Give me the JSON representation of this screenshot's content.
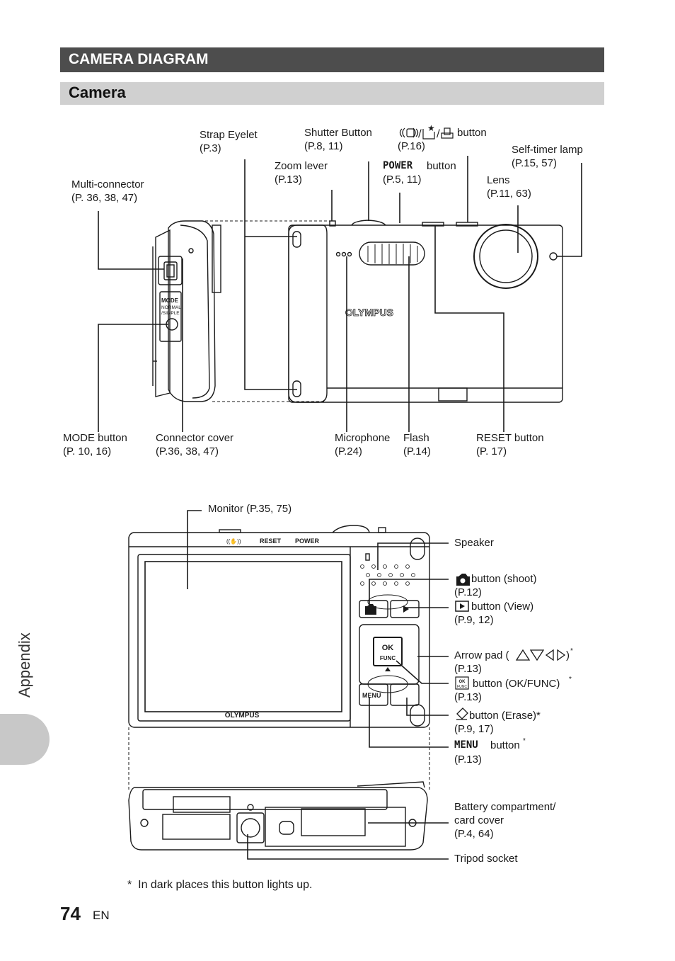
{
  "header": {
    "section_title": "CAMERA DIAGRAM",
    "subsection_title": "Camera"
  },
  "front_labels": {
    "strap_eyelet": "Strap Eyelet\n(P.3)",
    "shutter_button": "Shutter Button\n(P.8, 11)",
    "stab_button_suffix": "button",
    "stab_button_page": "(P.16)",
    "self_timer": "Self-timer lamp\n(P.15, 57)",
    "zoom_lever": "Zoom lever\n(P.13)",
    "power_word": "POWER",
    "power_button_suffix": "button",
    "power_page": "(P.5, 11)",
    "lens": "Lens\n(P.11, 63)",
    "multi_connector": "Multi-connector\n(P. 36, 38, 47)",
    "mode_button": "MODE button\n(P. 10, 16)",
    "connector_cover": "Connector cover\n(P.36, 38, 47)",
    "microphone": "Microphone\n(P.24)",
    "flash": "Flash\n(P.14)",
    "reset_button": "RESET button\n(P. 17)"
  },
  "back_labels": {
    "monitor": "Monitor (P.35, 75)",
    "speaker": "Speaker",
    "shoot_button": "button (shoot)",
    "shoot_page": "(P.12)",
    "view_button": "button (View)",
    "view_page": "(P.9, 12)",
    "arrow_pad": "Arrow pad (",
    "arrow_pad_close": ")",
    "arrow_pad_page": "(P.13)",
    "ok_button": "button (OK/FUNC)",
    "ok_page": "(P.13)",
    "erase_button": "button (Erase)*",
    "erase_page": "(P.9, 17)",
    "menu_word": "MENU",
    "menu_button": "button",
    "menu_page": "(P.13)",
    "battery": "Battery compartment/\ncard cover\n(P.4, 64)",
    "tripod": "Tripod socket",
    "asterisk": "*"
  },
  "camera_markings": {
    "brand": "OLYMPUS",
    "mode": "MODE",
    "normal": "NORMAL",
    "simple": "/SIMPLE",
    "reset": "RESET",
    "power": "POWER",
    "ok": "OK",
    "func": "FUNC",
    "menu": "MENU",
    "shake_icon": "((✋))"
  },
  "footnote": "*  In dark places this button lights up.",
  "side_tab": "Appendix",
  "page": {
    "number": "74",
    "lang": "EN"
  }
}
